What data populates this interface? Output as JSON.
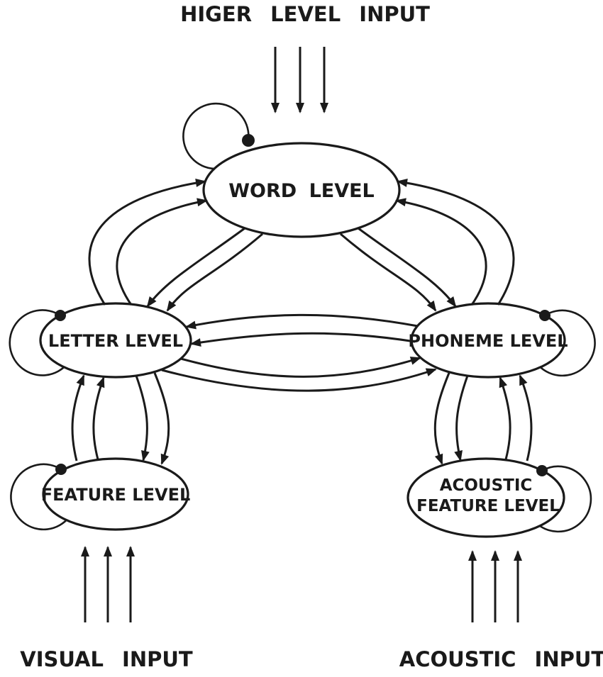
{
  "diagram": {
    "top_input_label": "HIGER LEVEL INPUT",
    "bottom_left_input_label": "VISUAL INPUT",
    "bottom_right_input_label": "ACOUSTIC INPUT",
    "nodes": {
      "word": {
        "label": "WORD LEVEL"
      },
      "letter": {
        "label": "LETTER LEVEL"
      },
      "phoneme": {
        "label": "PHONEME LEVEL"
      },
      "feature": {
        "label": "FEATURE LEVEL"
      },
      "acoustic_feature": {
        "label_line1": "ACOUSTIC",
        "label_line2": "FEATURE LEVEL"
      }
    },
    "colors": {
      "line": "#1a1a1a",
      "node_fill": "#ffffff",
      "background": "#ffffff"
    }
  }
}
